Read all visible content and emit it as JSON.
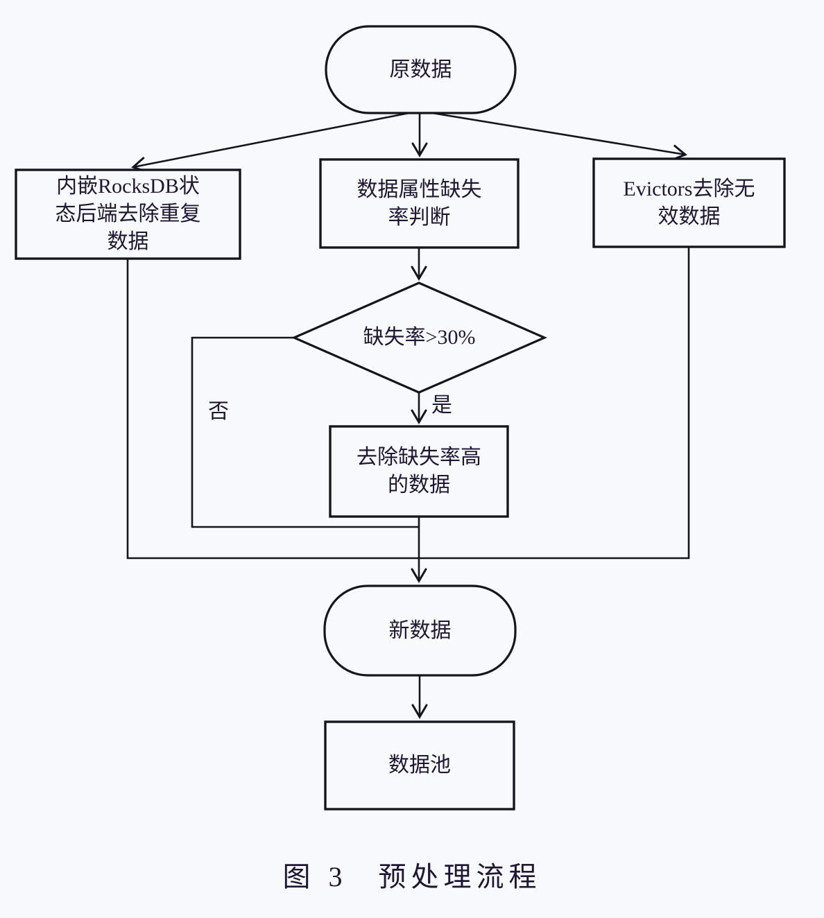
{
  "figure": {
    "caption_number": "图 3",
    "caption_title": "预处理流程"
  },
  "nodes": {
    "source": {
      "label": "原数据",
      "shape": "terminator"
    },
    "dedup": {
      "label": "内嵌RocksDB状\n态后端去除重复\n数据",
      "shape": "process"
    },
    "missing_rate": {
      "label": "数据属性缺失\n率判断",
      "shape": "process"
    },
    "evictors": {
      "label": "Evictors去除无\n效数据",
      "shape": "process"
    },
    "decision": {
      "label": "缺失率>30%",
      "shape": "decision"
    },
    "remove_high": {
      "label": "去除缺失率高\n的数据",
      "shape": "process"
    },
    "new_data": {
      "label": "新数据",
      "shape": "terminator"
    },
    "data_pool": {
      "label": "数据池",
      "shape": "process"
    }
  },
  "edge_labels": {
    "yes": "是",
    "no": "否"
  },
  "colors": {
    "background": "#f8f9fc",
    "line": "#15151d",
    "text": "#1f1732"
  }
}
